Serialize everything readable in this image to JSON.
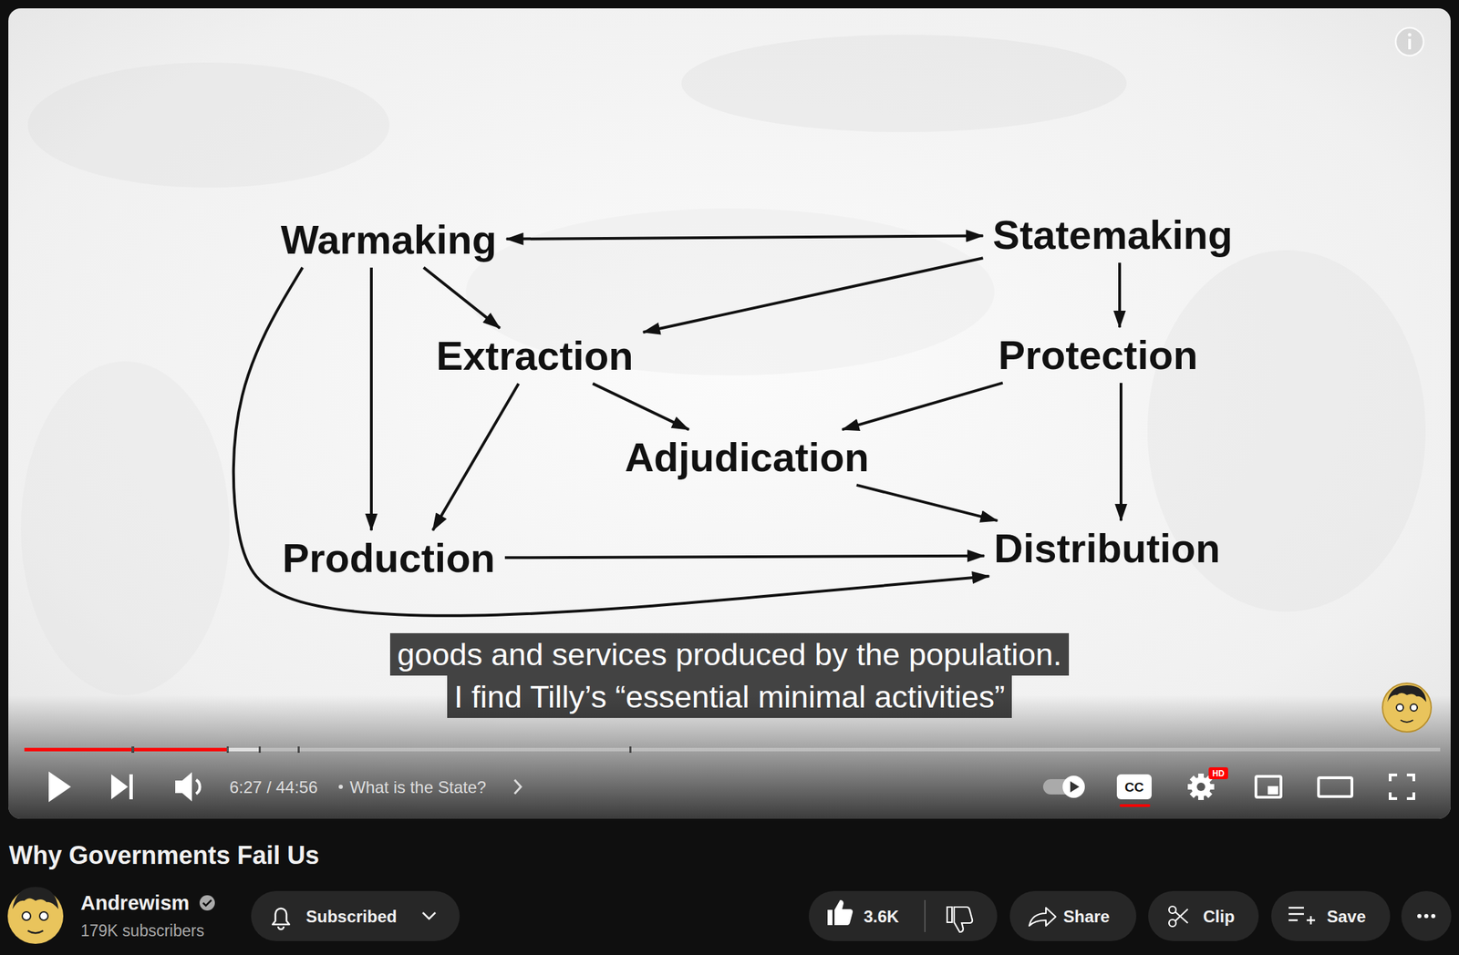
{
  "diagram": {
    "title": "Why Governments Fail Us",
    "nodes": [
      {
        "text": [
          "Warmaking"
        ]
      },
      {
        "text": [
          "Statemaking"
        ]
      },
      {
        "text": [
          "Extraction"
        ]
      },
      {
        "text": [
          "Protection"
        ]
      },
      {
        "text": [
          "Adjudication"
        ]
      },
      {
        "text": [
          "Production"
        ]
      },
      {
        "text": [
          "Distribution"
        ]
      }
    ],
    "edges": [
      {
        "from": 0,
        "to": 1,
        "arrow": "both"
      },
      {
        "from": 0,
        "to": 2,
        "arrow": "to"
      },
      {
        "from": 0,
        "to": 5,
        "arrow": "to"
      },
      {
        "from": 0,
        "to": 6,
        "arrow": "to"
      },
      {
        "from": 1,
        "to": 2,
        "arrow": "to"
      },
      {
        "from": 1,
        "to": 3,
        "arrow": "to"
      },
      {
        "from": 2,
        "to": 5,
        "arrow": "to"
      },
      {
        "from": 2,
        "to": 4,
        "arrow": "to"
      },
      {
        "from": 3,
        "to": 4,
        "arrow": "to"
      },
      {
        "from": 3,
        "to": 6,
        "arrow": "to"
      },
      {
        "from": 4,
        "to": 6,
        "arrow": "to"
      },
      {
        "from": 5,
        "to": 6,
        "arrow": "to"
      }
    ],
    "labels": [
      "goods and services produced by the population.",
      "I find Tilly’s “essential minimal activities”",
      "6:27 / 44:56",
      "What is the State?",
      "CC",
      "HD",
      "Andrewism",
      "179K subscribers",
      "Subscribed",
      "3.6K",
      "Share",
      "Clip",
      "Save"
    ]
  }
}
